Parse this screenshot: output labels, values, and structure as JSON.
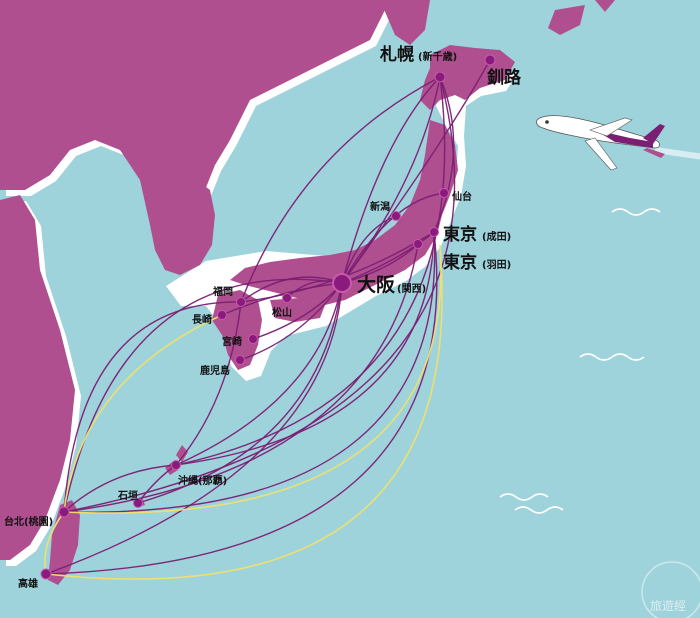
{
  "map": {
    "hub": {
      "label": "大阪",
      "sub": "(関西)"
    },
    "cities": {
      "sapporo": {
        "label": "札幌",
        "sub": "(新千歳)"
      },
      "kushiro": {
        "label": "釧路"
      },
      "sendai": {
        "label": "仙台"
      },
      "niigata": {
        "label": "新潟"
      },
      "narita": {
        "label": "東京",
        "sub": "(成田)"
      },
      "haneda": {
        "label": "東京",
        "sub": "(羽田)"
      },
      "fukuoka": {
        "label": "福岡"
      },
      "nagasaki": {
        "label": "長崎"
      },
      "matsuyama": {
        "label": "松山"
      },
      "miyazaki": {
        "label": "宮崎"
      },
      "kagoshima": {
        "label": "鹿児島"
      },
      "okinawa": {
        "label": "沖縄(那覇)"
      },
      "ishigaki": {
        "label": "石垣"
      },
      "taipei": {
        "label": "台北(桃園)"
      },
      "kaohsiung": {
        "label": "高雄"
      }
    },
    "watermark": "旅遊經",
    "colors": {
      "land": "#b04f8f",
      "sea": "#9fd3dc",
      "route": "#7a1f73",
      "route_alt": "#efe06a"
    }
  }
}
